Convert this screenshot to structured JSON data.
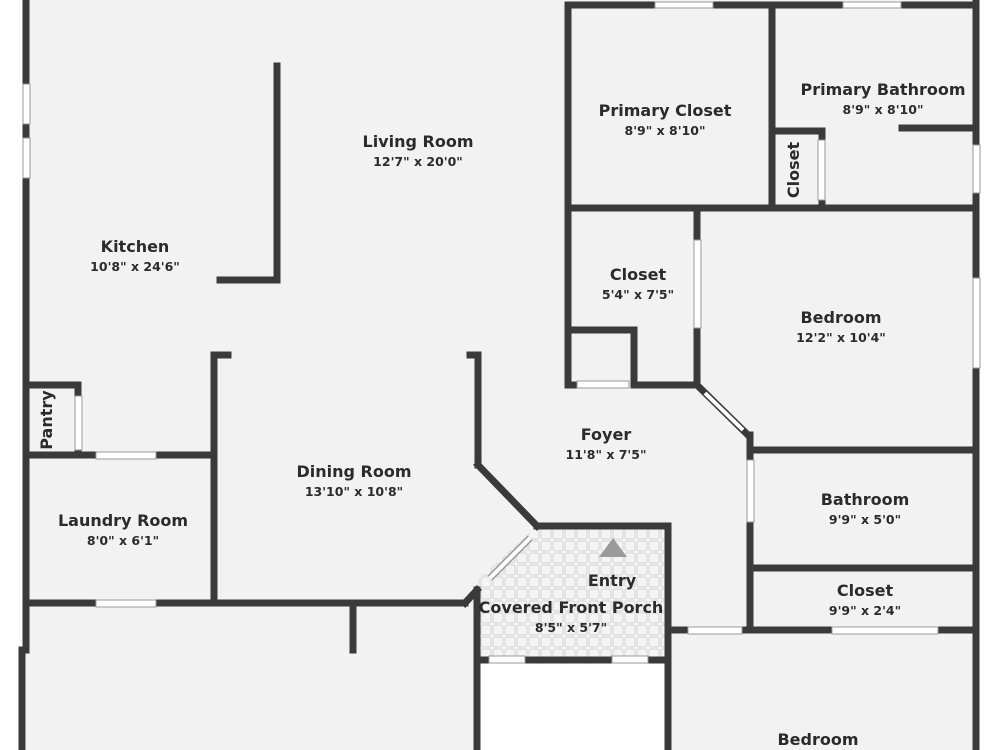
{
  "floorplan": {
    "colors": {
      "wall": "#3a3a3a",
      "floor": "#f2f2f2",
      "window": "#ffffff",
      "porch_tile": "#f4f4f4",
      "entry_marker": "#9a9a9a",
      "text": "#2b2b2b"
    },
    "rooms": {
      "living_room": {
        "name": "Living Room",
        "dims": "12'7\" x 20'0\""
      },
      "kitchen": {
        "name": "Kitchen",
        "dims": "10'8\" x 24'6\""
      },
      "primary_closet": {
        "name": "Primary Closet",
        "dims": "8'9\" x 8'10\""
      },
      "primary_bathroom": {
        "name": "Primary Bathroom",
        "dims": "8'9\" x 8'10\""
      },
      "primary_bath_closet": {
        "name": "Closet"
      },
      "hall_closet": {
        "name": "Closet",
        "dims": "5'4\" x 7'5\""
      },
      "bedroom_1": {
        "name": "Bedroom",
        "dims": "12'2\" x 10'4\""
      },
      "pantry": {
        "name": "Pantry"
      },
      "foyer": {
        "name": "Foyer",
        "dims": "11'8\" x 7'5\""
      },
      "dining_room": {
        "name": "Dining Room",
        "dims": "13'10\" x 10'8\""
      },
      "laundry_room": {
        "name": "Laundry Room",
        "dims": "8'0\" x 6'1\""
      },
      "bathroom": {
        "name": "Bathroom",
        "dims": "9'9\" x 5'0\""
      },
      "entry": {
        "name": "Entry"
      },
      "covered_front_porch": {
        "name": "Covered Front Porch",
        "dims": "8'5\" x 5'7\""
      },
      "bath_closet": {
        "name": "Closet",
        "dims": "9'9\" x 2'4\""
      },
      "bedroom_2": {
        "name": "Bedroom"
      }
    }
  }
}
